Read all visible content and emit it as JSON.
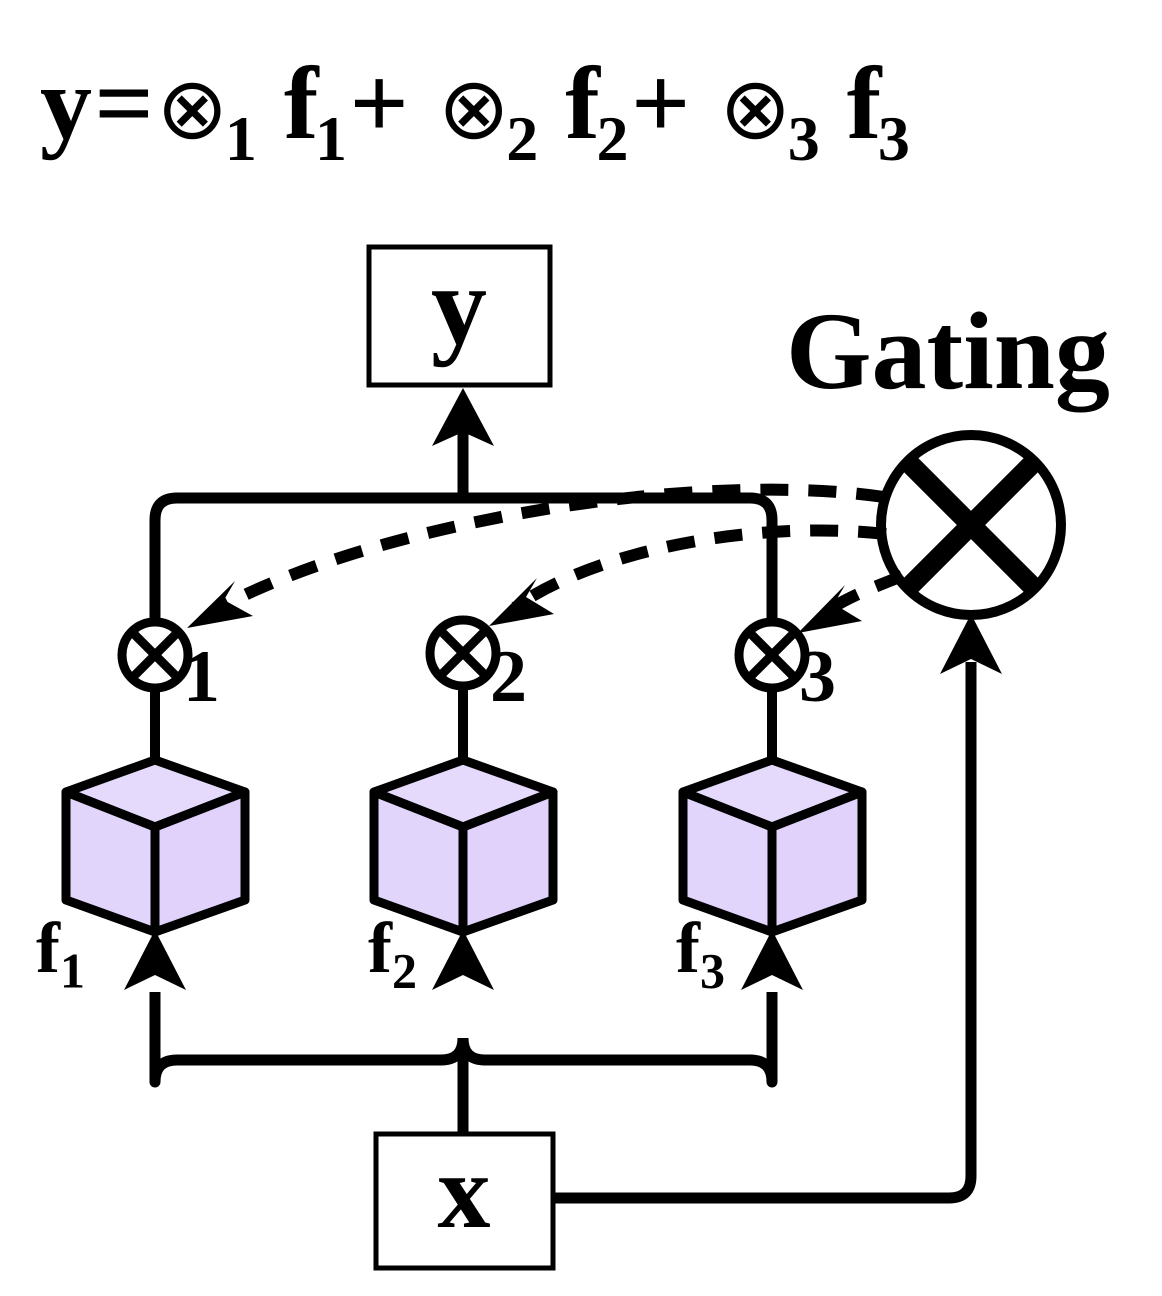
{
  "figure": {
    "equation": {
      "lhs": "y",
      "equals": "=",
      "terms": [
        {
          "gate_icon": "otimes-icon",
          "gate_symbol": "⊗",
          "gate_sub": "1",
          "factor": "f",
          "factor_sub": "1",
          "op_before": ""
        },
        {
          "gate_icon": "otimes-icon",
          "gate_symbol": "⊗",
          "gate_sub": "2",
          "factor": "f",
          "factor_sub": "2",
          "op_before": "+"
        },
        {
          "gate_icon": "otimes-icon",
          "gate_symbol": "⊗",
          "gate_sub": "3",
          "factor": "f",
          "factor_sub": "3",
          "op_before": "+"
        }
      ],
      "plain_text": "y = ⊗1 f1 + ⊗2 f2 + ⊗3 f3"
    },
    "output_box": {
      "label": "y"
    },
    "input_box": {
      "label": "x"
    },
    "gating": {
      "title": "Gating",
      "node_icon": "circled-cross-icon",
      "node_symbol": "⊗"
    },
    "branches": [
      {
        "id": "branch-1",
        "gate_sub": "1",
        "expert_label": "f",
        "expert_sub": "1",
        "gate_icon": "circled-cross-icon"
      },
      {
        "id": "branch-2",
        "gate_sub": "2",
        "expert_label": "f",
        "expert_sub": "2",
        "gate_icon": "circled-cross-icon"
      },
      {
        "id": "branch-3",
        "gate_sub": "3",
        "expert_label": "f",
        "expert_sub": "3",
        "gate_icon": "circled-cross-icon"
      }
    ],
    "colors": {
      "cube_fill": "#E2D5FB",
      "cube_fill_top": "#E5DAFC",
      "cube_fill_right": "#E0D2FA",
      "stroke": "#000000",
      "background": "#FFFFFF"
    }
  }
}
